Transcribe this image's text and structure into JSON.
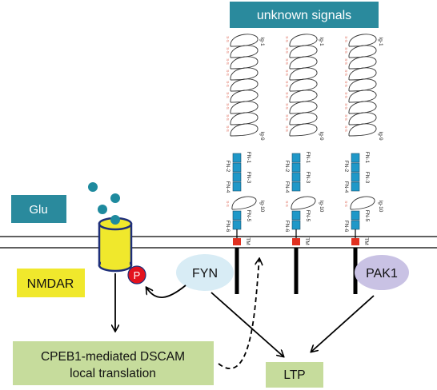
{
  "signals_label": "unknown signals",
  "glu_label": "Glu",
  "nmdar_label": "NMDAR",
  "p_label": "P",
  "fyn_label": "FYN",
  "pak1_label": "PAK1",
  "cpeb_line1": "CPEB1-mediated DSCAM",
  "cpeb_line2": "local translation",
  "ltp_label": "LTP",
  "domain_labels": {
    "ig1": "Ig-1",
    "ig9": "Ig-9",
    "ig10": "Ig-10",
    "fn1": "FN-1",
    "fn2": "FN-2",
    "fn3": "FN-3",
    "fn4": "FN-4",
    "fn5": "FN-5",
    "fn6": "FN-6",
    "tm": "TM",
    "ss": "S-S"
  },
  "colors": {
    "teal_box": "#2a8a9d",
    "yellow_box": "#f0e82c",
    "green_box": "#c6dc9c",
    "fyn_fill": "#d8ecf5",
    "pak1_fill": "#c9c2e4",
    "fn_fill": "#1f98c8",
    "tm_fill": "#e03020",
    "p_fill": "#e3121e",
    "ss_text": "#e07060"
  }
}
